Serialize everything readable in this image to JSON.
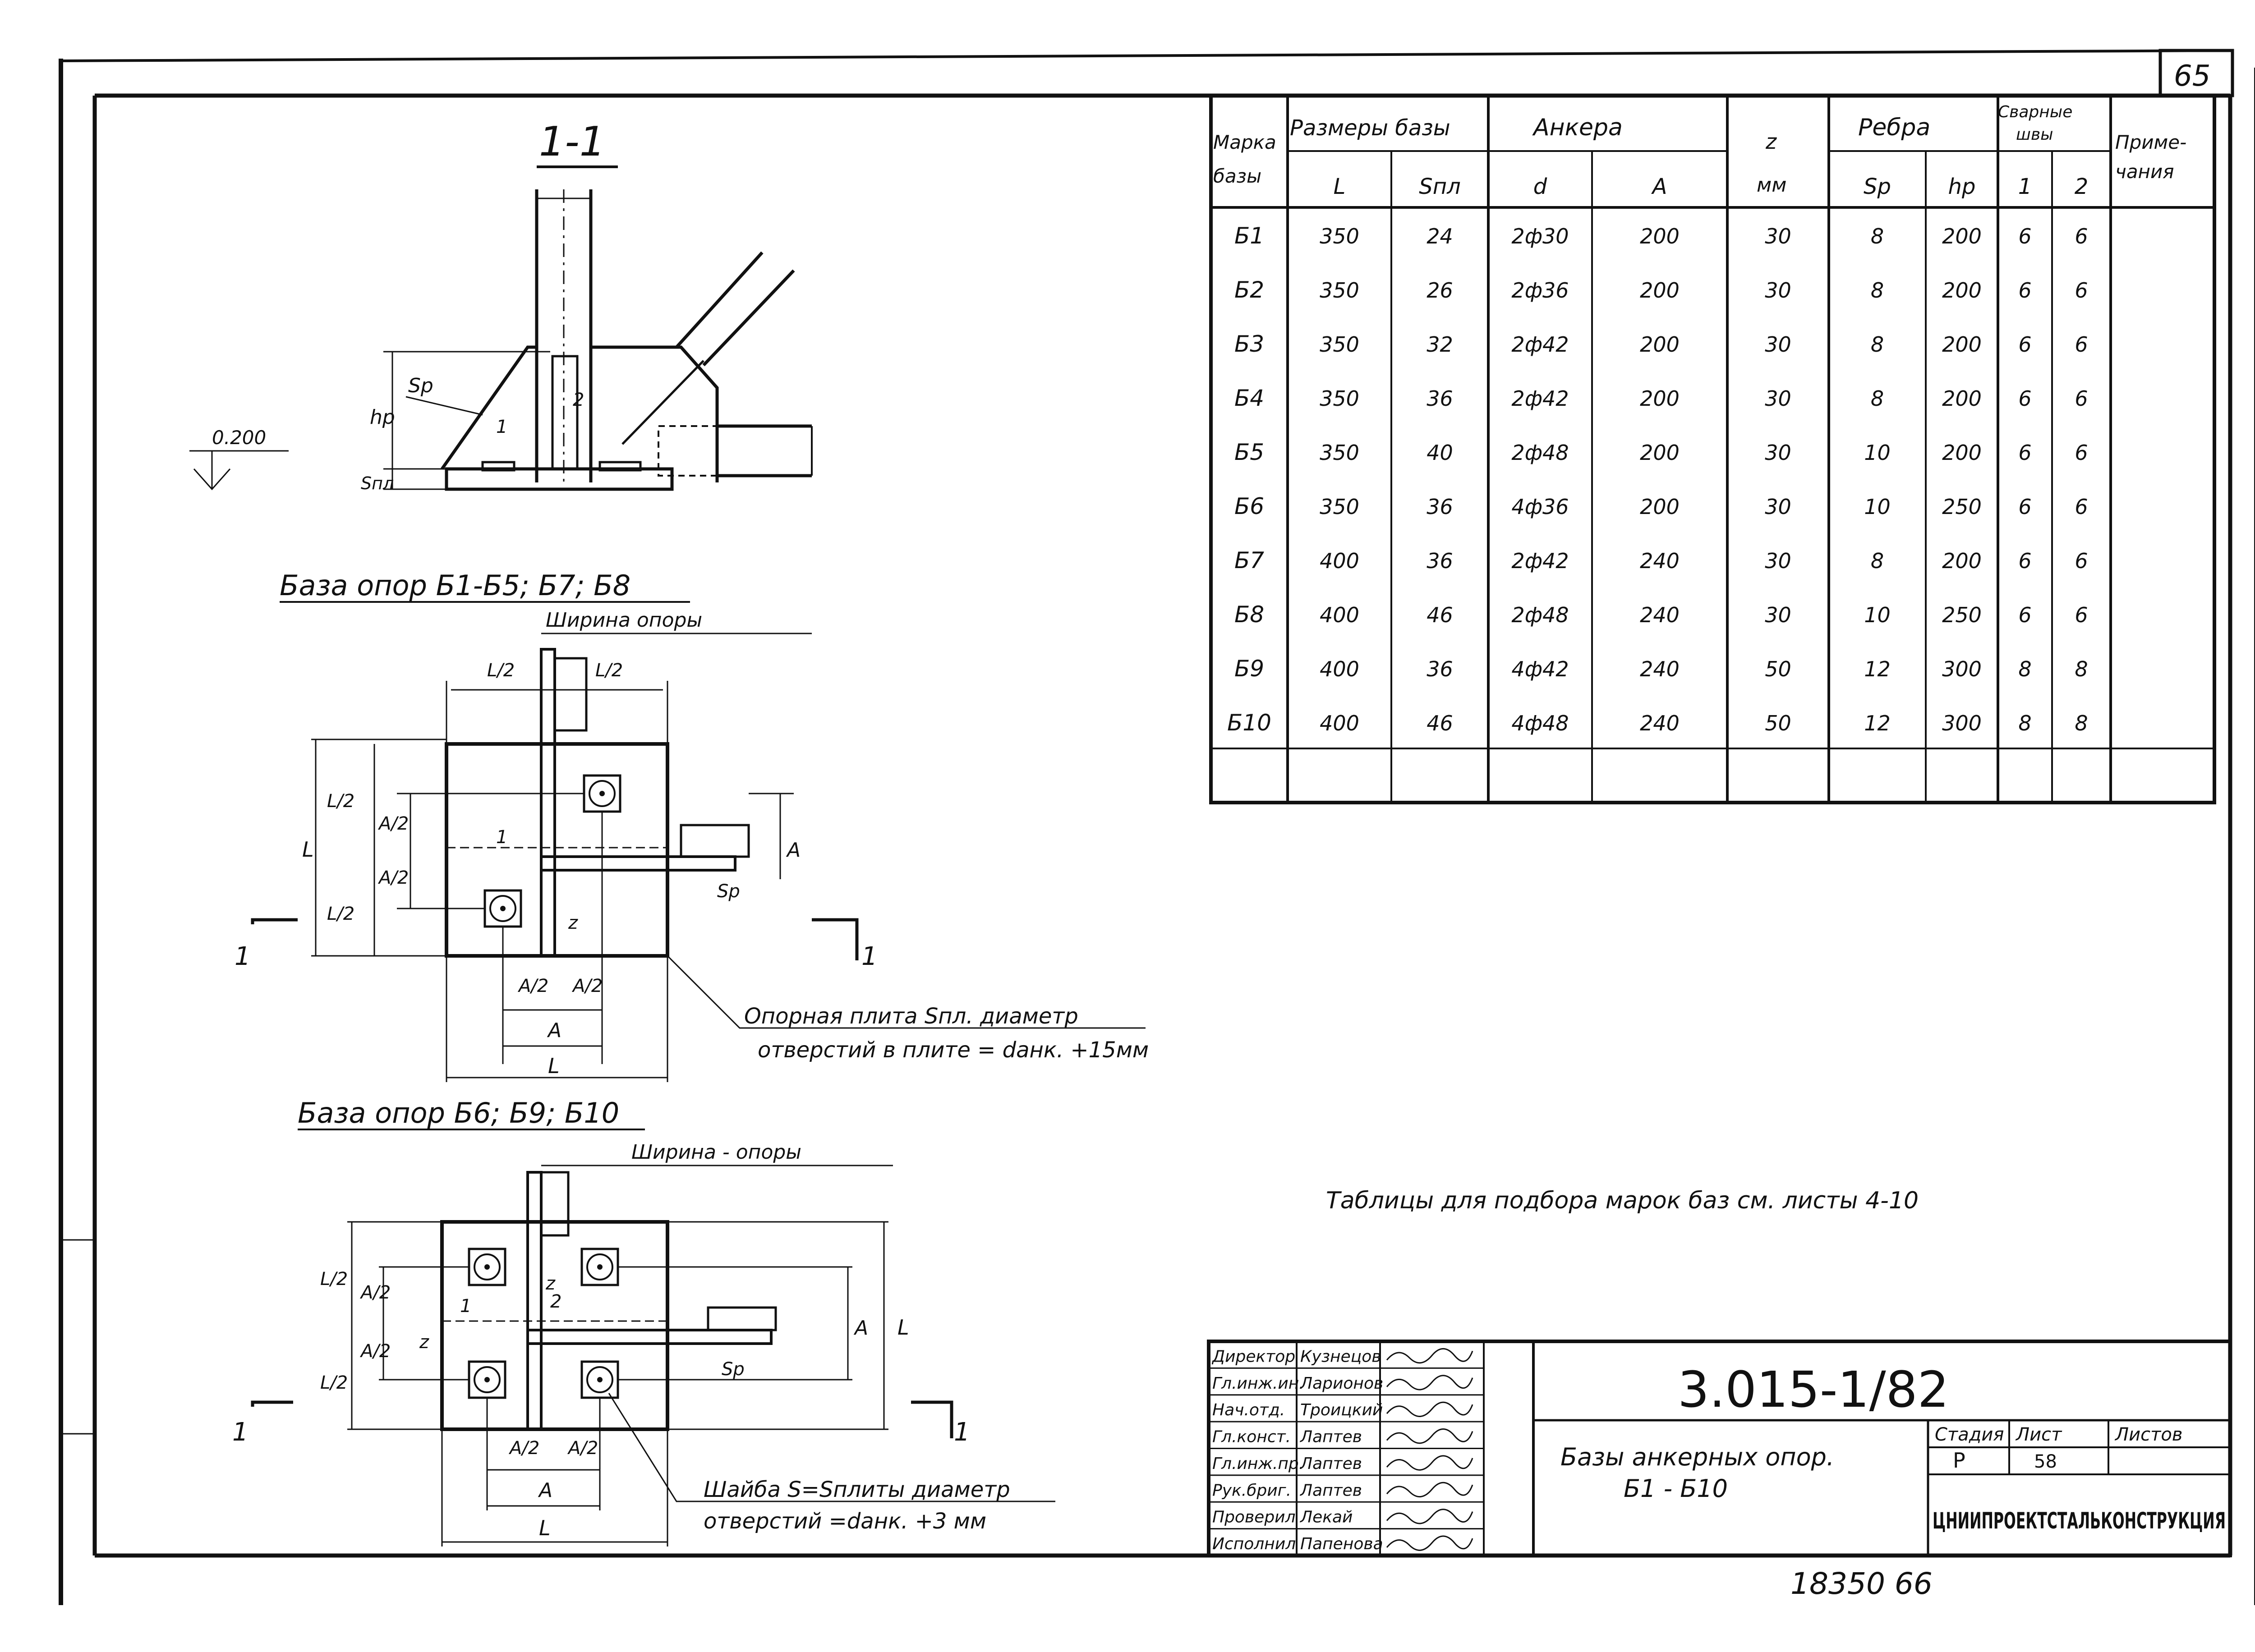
{
  "sheet_number": "65",
  "section_label": "1-1",
  "section_view": {
    "elevation": "0.200",
    "labels": {
      "sp": "Sp",
      "hp": "hp",
      "spl": "Sпл",
      "weld1": "1",
      "weld2": "2"
    }
  },
  "plan_a": {
    "title": "База опор Б1-Б5; Б7; Б8",
    "support_width_label": "Ширина опоры",
    "labels": {
      "L": "L",
      "L_half": "L/2",
      "A": "A",
      "A_half": "A/2",
      "sp": "Sp",
      "z": "z",
      "weld1": "1",
      "cut": "1"
    },
    "note_line1": "Опорная плита Sпл. диаметр",
    "note_line2": "отверстий в плите = dанк. +15мм"
  },
  "plan_b": {
    "title": "База опор Б6; Б9; Б10",
    "support_width_label": "Ширина - опоры",
    "labels": {
      "L": "L",
      "L_half": "L/2",
      "A": "A",
      "A_half": "A/2",
      "sp": "Sp",
      "z": "z",
      "weld1": "1",
      "weld2": "2",
      "cut": "1"
    },
    "note_line1": "Шайба S=Sплиты диаметр",
    "note_line2": "отверстий =dанк. +3 мм"
  },
  "table": {
    "headers": {
      "mark": [
        "Марка",
        "базы"
      ],
      "base_dims": "Размеры базы",
      "anchors": "Анкера",
      "z": "z",
      "z_unit": "мм",
      "ribs": "Ребра",
      "welds": [
        "Сварные",
        "швы"
      ],
      "notes": [
        "Приме-",
        "чания"
      ],
      "sub": [
        "L",
        "Sпл",
        "d",
        "A",
        "Sp",
        "hp",
        "1",
        "2"
      ]
    },
    "rows": [
      [
        "Б1",
        "350",
        "24",
        "2ф30",
        "200",
        "30",
        "8",
        "200",
        "6",
        "6",
        ""
      ],
      [
        "Б2",
        "350",
        "26",
        "2ф36",
        "200",
        "30",
        "8",
        "200",
        "6",
        "6",
        ""
      ],
      [
        "Б3",
        "350",
        "32",
        "2ф42",
        "200",
        "30",
        "8",
        "200",
        "6",
        "6",
        ""
      ],
      [
        "Б4",
        "350",
        "36",
        "2ф42",
        "200",
        "30",
        "8",
        "200",
        "6",
        "6",
        ""
      ],
      [
        "Б5",
        "350",
        "40",
        "2ф48",
        "200",
        "30",
        "10",
        "200",
        "6",
        "6",
        ""
      ],
      [
        "Б6",
        "350",
        "36",
        "4ф36",
        "200",
        "30",
        "10",
        "250",
        "6",
        "6",
        ""
      ],
      [
        "Б7",
        "400",
        "36",
        "2ф42",
        "240",
        "30",
        "8",
        "200",
        "6",
        "6",
        ""
      ],
      [
        "Б8",
        "400",
        "46",
        "2ф48",
        "240",
        "30",
        "10",
        "250",
        "6",
        "6",
        ""
      ],
      [
        "Б9",
        "400",
        "36",
        "4ф42",
        "240",
        "50",
        "12",
        "300",
        "8",
        "8",
        ""
      ],
      [
        "Б10",
        "400",
        "46",
        "4ф48",
        "240",
        "50",
        "12",
        "300",
        "8",
        "8",
        ""
      ],
      [
        "",
        "",
        "",
        "",
        "",
        "",
        "",
        "",
        "",
        "",
        ""
      ]
    ]
  },
  "tables_note": "Таблицы для подбора марок баз см. листы 4-10",
  "title_block": {
    "staff": [
      [
        "Директор",
        "Кузнецов"
      ],
      [
        "Гл.инж.ин.",
        "Ларионов"
      ],
      [
        "Нач.отд.",
        "Троицкий"
      ],
      [
        "Гл.конст.",
        "Лаптев"
      ],
      [
        "Гл.инж.пр.",
        "Лаптев"
      ],
      [
        "Рук.бриг.",
        "Лаптев"
      ],
      [
        "Проверил",
        "Лекай"
      ],
      [
        "Исполнил",
        "Папенова"
      ]
    ],
    "code": "3.015-1/82",
    "title_line1": "Базы анкерных опор.",
    "title_line2": "Б1 - Б10",
    "stage_label": "Стадия",
    "sheet_label": "Лист",
    "sheets_label": "Листов",
    "stage_value": "Р",
    "sheet_value": "58",
    "sheets_value": "",
    "organization": "ЦНИИПРОЕКТСТАЛЬКОНСТРУКЦИЯ"
  },
  "archive_number": "18350 66"
}
